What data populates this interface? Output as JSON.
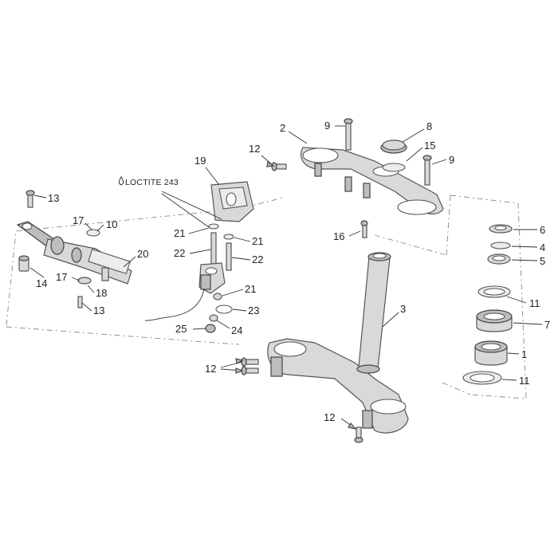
{
  "note": {
    "text": "LOCTITE 243",
    "icon": "drop-icon"
  },
  "callouts": [
    {
      "id": "c2",
      "label": "2"
    },
    {
      "id": "c9a",
      "label": "9"
    },
    {
      "id": "c8",
      "label": "8"
    },
    {
      "id": "c15",
      "label": "15"
    },
    {
      "id": "c9b",
      "label": "9"
    },
    {
      "id": "c12a",
      "label": "12"
    },
    {
      "id": "c19",
      "label": "19"
    },
    {
      "id": "c13a",
      "label": "13"
    },
    {
      "id": "c17a",
      "label": "17"
    },
    {
      "id": "c10",
      "label": "10"
    },
    {
      "id": "c20",
      "label": "20"
    },
    {
      "id": "c14",
      "label": "14"
    },
    {
      "id": "c17b",
      "label": "17"
    },
    {
      "id": "c18",
      "label": "18"
    },
    {
      "id": "c13b",
      "label": "13"
    },
    {
      "id": "c21a",
      "label": "21"
    },
    {
      "id": "c22a",
      "label": "22"
    },
    {
      "id": "c21b",
      "label": "21"
    },
    {
      "id": "c22b",
      "label": "22"
    },
    {
      "id": "c21c",
      "label": "21"
    },
    {
      "id": "c23",
      "label": "23"
    },
    {
      "id": "c25",
      "label": "25"
    },
    {
      "id": "c24",
      "label": "24"
    },
    {
      "id": "c16",
      "label": "16"
    },
    {
      "id": "c3",
      "label": "3"
    },
    {
      "id": "c12b",
      "label": "12"
    },
    {
      "id": "c12c",
      "label": "12"
    },
    {
      "id": "c6",
      "label": "6"
    },
    {
      "id": "c4",
      "label": "4"
    },
    {
      "id": "c5",
      "label": "5"
    },
    {
      "id": "c11a",
      "label": "11"
    },
    {
      "id": "c7",
      "label": "7"
    },
    {
      "id": "c1",
      "label": "1"
    },
    {
      "id": "c11b",
      "label": "11"
    }
  ]
}
